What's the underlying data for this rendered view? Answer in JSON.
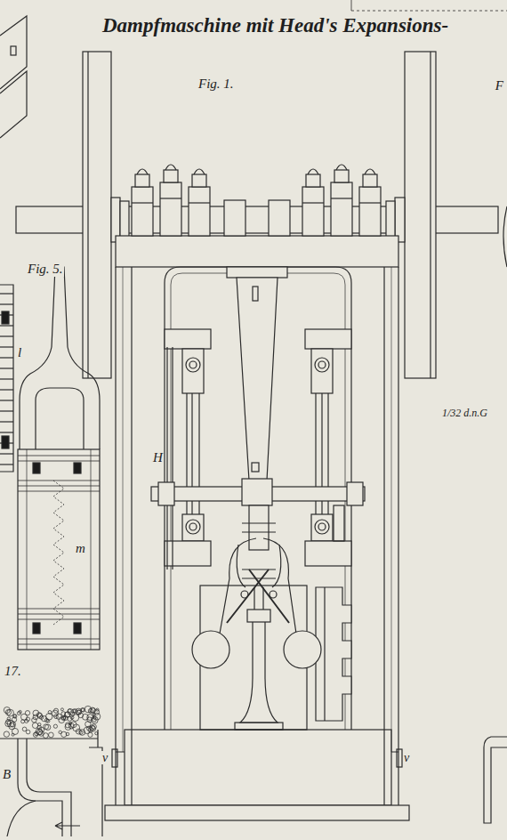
{
  "diagram": {
    "title": "Dampfmaschine mit Head's Expansions-",
    "labels": [
      "Fig. 1.",
      "Fig. 5.",
      "l",
      "m",
      "H",
      "17.",
      "B",
      "v",
      "v",
      "1/32 d.n.G",
      "F"
    ]
  }
}
